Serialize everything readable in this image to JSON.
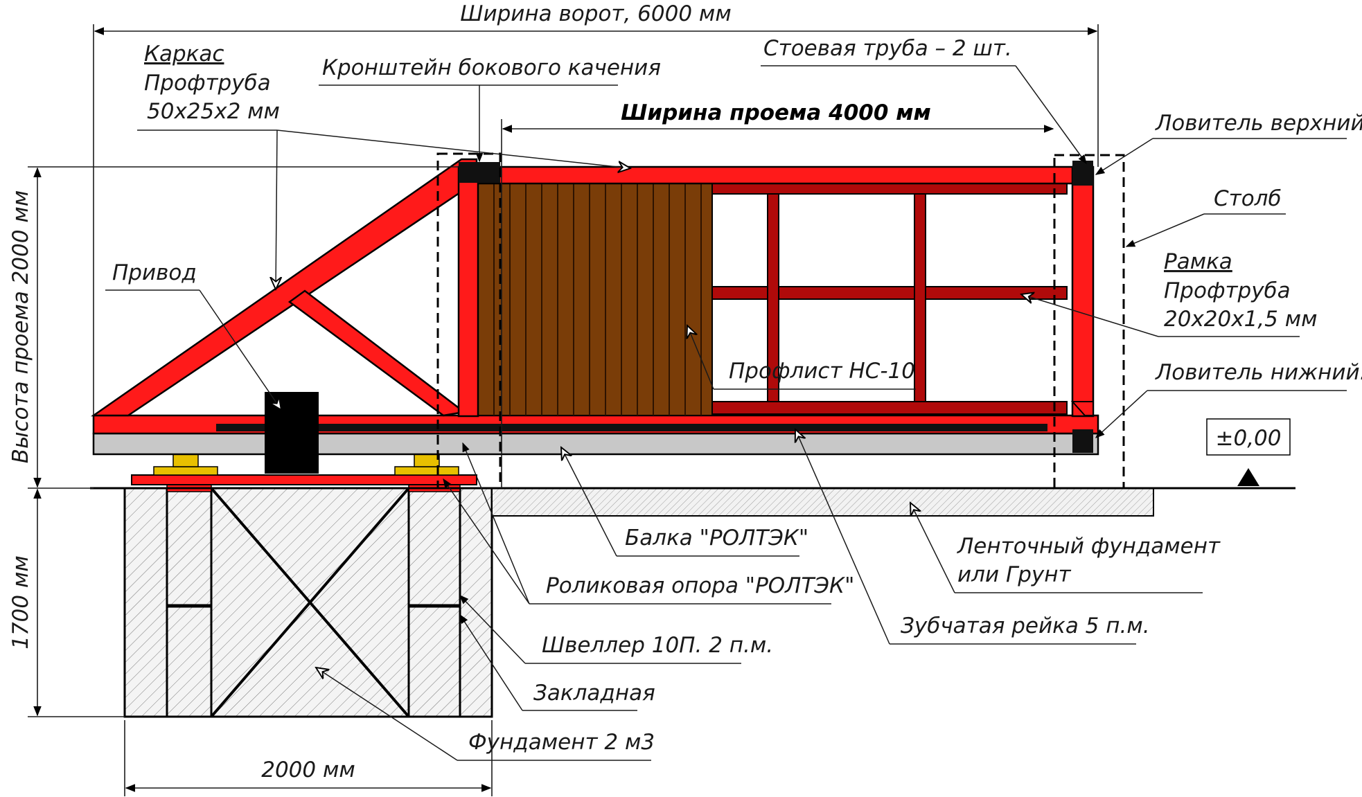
{
  "colors": {
    "frame": "#ff1a1a",
    "inner_frame": "#b00a0a",
    "sheet": "#7a3d08",
    "beam": "#c8c8c8",
    "roller": "#ffe400",
    "roller_base": "#e8c000",
    "concrete": "#f4f4f4",
    "ink": "#000000"
  },
  "dimensions": {
    "gate_width": "Ширина ворот, 6000 мм",
    "opening_width": "Ширина проема 4000 мм",
    "opening_height": "Высота проема 2000 мм",
    "foundation_depth": "1700 мм",
    "foundation_width": "2000 мм",
    "level_mark": "±0,00"
  },
  "labels": {
    "frame_title": "Каркас",
    "frame_profile": "Профтруба",
    "frame_size": "50x25x2 мм",
    "side_bracket": "Кронштейн бокового качения",
    "post_pipe": "Стоевая труба – 2 шт.",
    "upper_catcher": "Ловитель верхний",
    "post": "Столб",
    "panel_title": "Рамка",
    "panel_profile": "Профтруба",
    "panel_size": "20x20x1,5 мм",
    "lower_catcher": "Ловитель нижний.",
    "drive": "Привод",
    "sheet": "Профлист НС-10",
    "beam": "Балка \"РОЛТЭК\"",
    "strip_foundation_1": "Ленточный фундамент",
    "strip_foundation_2": "или Грунт",
    "roller_support": "Роликовая опора \"РОЛТЭК\"",
    "gear_rack": "Зубчатая рейка 5 п.м.",
    "channel": "Швеллер 10П. 2 п.м.",
    "embedded": "Закладная",
    "foundation": "Фундамент 2 м3"
  }
}
